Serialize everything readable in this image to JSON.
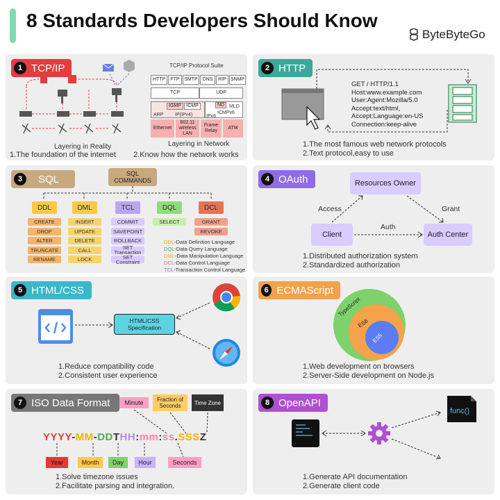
{
  "header": {
    "title": "8 Standards Developers Should Know",
    "brand": "ByteByteGo"
  },
  "tcp": {
    "number": "1",
    "title": "TCP/IP",
    "suite_title": "TCP/IP Protocol Suite",
    "layering_reality": "Layering in Reality",
    "layering_network": "Layering in Network",
    "protocols": [
      "HTTP",
      "FTP",
      "SMTP",
      "DNS",
      "RIP",
      "SNMP"
    ],
    "tcp": "TCP",
    "udp": "UDP",
    "igmp": "IGMP",
    "icmp": "ICMP",
    "ip": "IP(IPv4)",
    "arp": "ARP",
    "nd": "ND",
    "mld": "MLD",
    "icmpv6": "ICMPv6",
    "ipv6": "IPv6",
    "ethernet": "Ethernet",
    "wireless": "802.11 wireless LAN",
    "frame": "Frame Relay",
    "atm": "ATM",
    "notes": [
      "1.The foundation of the internet",
      "2.Know how the network works"
    ]
  },
  "http": {
    "number": "2",
    "title": "HTTP",
    "request": [
      "GET / HTTP/1.1",
      "Host:www.example.com",
      "User:Agent:Mozilla/5.0",
      "Accept:text/html,",
      "Accept:Language:en-US",
      "Connection:keep-alive"
    ],
    "notes": [
      "1.The most famous web network protocols",
      "2.Text protocol,easy to use"
    ]
  },
  "sql": {
    "number": "3",
    "title": "SQL",
    "commands": "SQL COMMANDS",
    "groups": [
      {
        "name": "DDL",
        "items": [
          "CREATE",
          "DROP",
          "ALTER",
          "TRUNCATE",
          "RENAME"
        ]
      },
      {
        "name": "DML",
        "items": [
          "INSERT",
          "UPDATE",
          "DELETE",
          "CALL",
          "LOCK"
        ]
      },
      {
        "name": "TCL",
        "items": [
          "COMMIT",
          "SAVEPOINT",
          "ROLLBACK",
          "SET Transaction",
          "SET Constraint"
        ]
      },
      {
        "name": "DQL",
        "items": [
          "SELECT"
        ]
      },
      {
        "name": "DCL",
        "items": [
          "GRANT",
          "REVOKE"
        ]
      }
    ],
    "legend": [
      {
        "abbr": "DDL",
        "rest": "-Data Definition Language"
      },
      {
        "abbr": "DQL",
        "rest": "-Data Query Language"
      },
      {
        "abbr": "DML",
        "rest": "-Data Manipulation Language"
      },
      {
        "abbr": "DCL",
        "rest": "-Data Control Language"
      },
      {
        "abbr": "TCL",
        "rest": "-Transaction Control Language"
      }
    ]
  },
  "oauth": {
    "number": "4",
    "title": "OAuth",
    "resources_owner": "Resources Owner",
    "client": "Client",
    "auth_center": "Auth Center",
    "access": "Access",
    "grant": "Grant",
    "auth": "Auth",
    "notes": [
      "1.Distributed authorization system",
      "2.Standardized authorization"
    ]
  },
  "html": {
    "number": "5",
    "title": "HTML/CSS",
    "spec": "HTML/CSS Specification",
    "notes": [
      "1.Reduce compatibility code",
      "2.Consistent user experience"
    ]
  },
  "ecma": {
    "number": "6",
    "title": "ECMAScript",
    "ts": "TypeScript",
    "es6": "ES6",
    "es5": "ES5",
    "notes": [
      "1.Web development on browsers",
      "2.Server-Side development on Node.js"
    ]
  },
  "iso": {
    "number": "7",
    "title": "ISO Data Format",
    "minute": "Minute",
    "fraction": "Fraction of Seconds",
    "timezone": "Time Zone",
    "format": [
      "YYYY",
      "-",
      "MM",
      "-",
      "DD",
      "T",
      "HH",
      ":",
      "mm",
      ":",
      "ss",
      ".",
      "SSS",
      "Z"
    ],
    "year": "Year",
    "month": "Month",
    "day": "Day",
    "hour": "Hour",
    "seconds": "Seconds",
    "notes": [
      "1.Solve timezone issues",
      "2.Facilitate parsing and integration."
    ]
  },
  "openapi": {
    "number": "8",
    "title": "OpenAPI",
    "func": "func()",
    "notes": [
      "1.Generate API documentation",
      "2.Generate client code"
    ]
  },
  "colors": {
    "tcp": "#e43d3d",
    "http": "#3aa89a",
    "sql": "#c8a97e",
    "oauth": "#8e6ce6",
    "html": "#3ab7c9",
    "ecma": "#f2a24b",
    "iso": "#777777",
    "openapi": "#b04fd1"
  }
}
